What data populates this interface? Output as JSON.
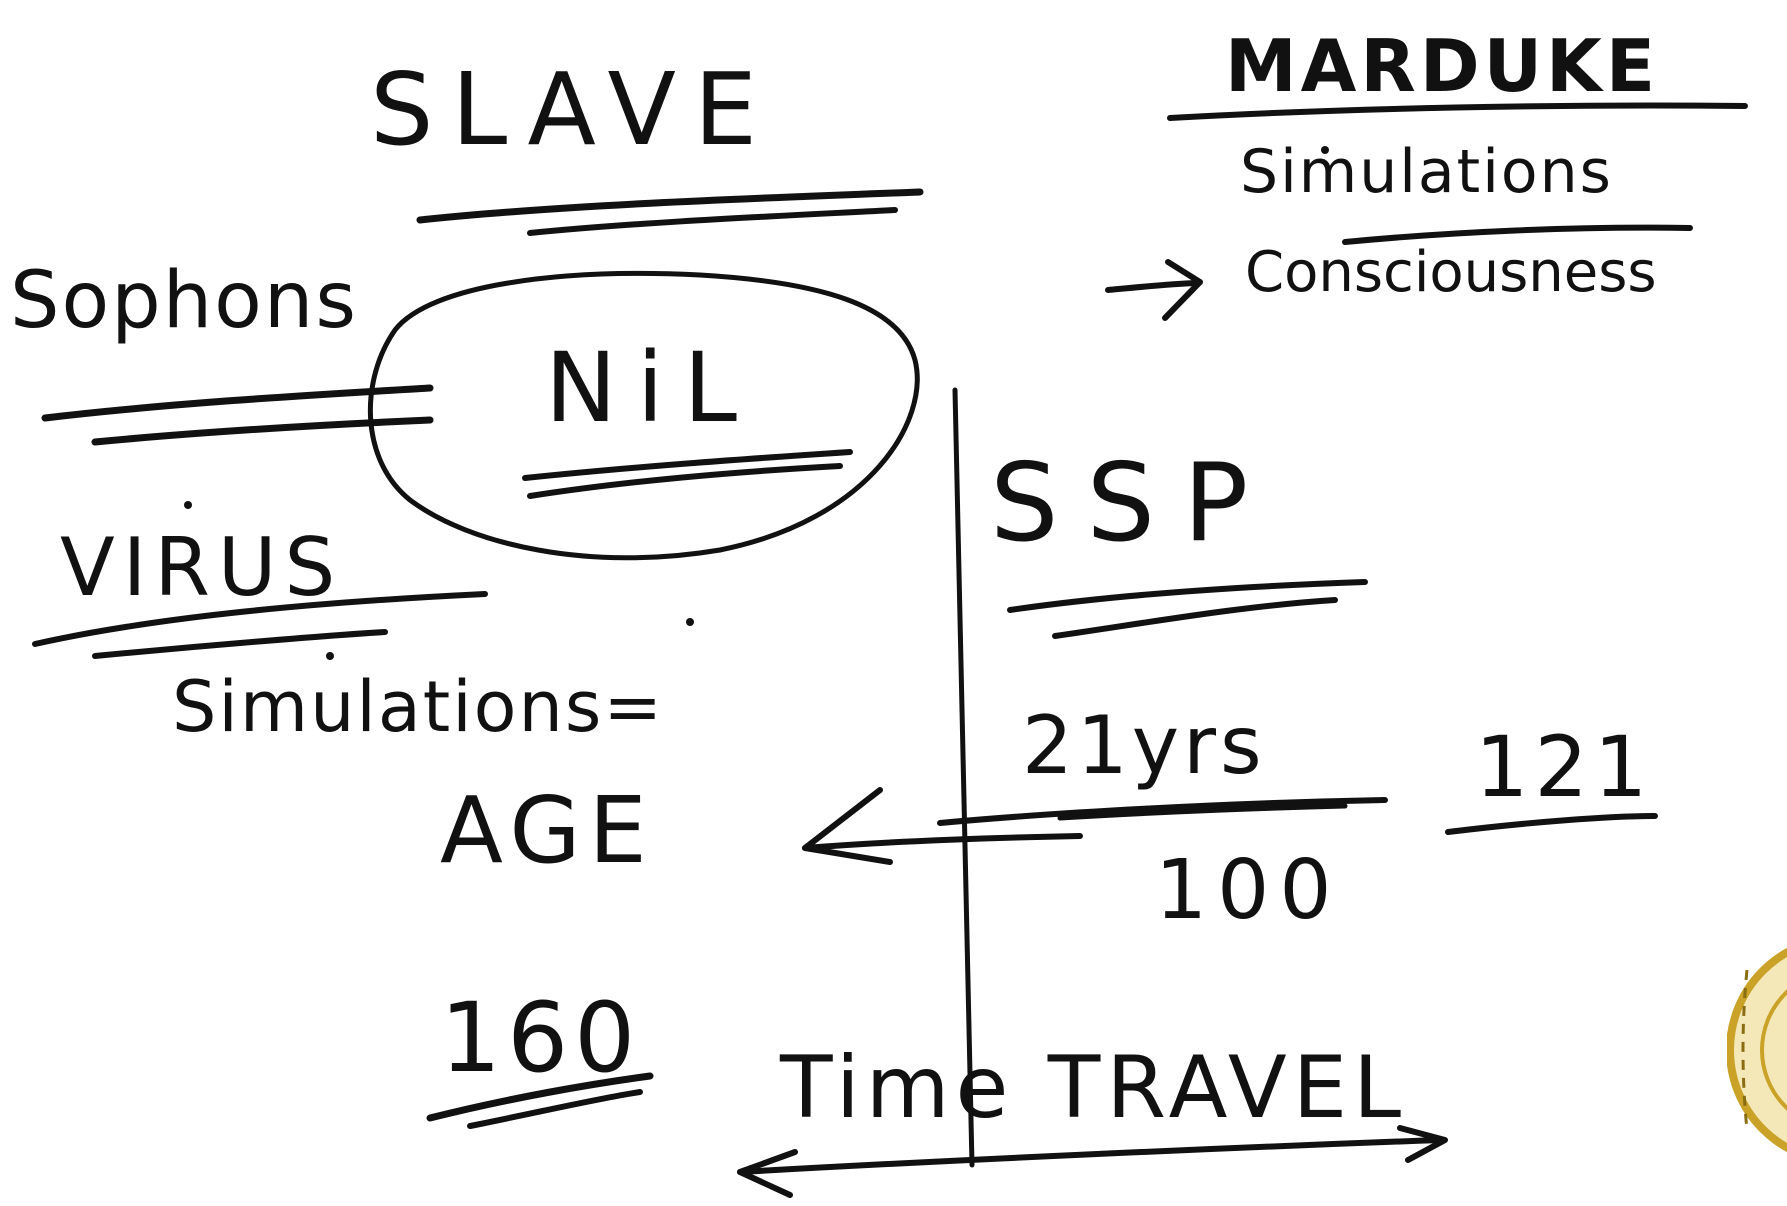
{
  "whiteboard": {
    "words": {
      "slave": "SLAVE",
      "marduke": "MARDUKE",
      "simulations_right": "Simulations",
      "consciousness": "Consciousness",
      "sophons": "Sophons",
      "nil": "NiL",
      "virus": "VIRUS",
      "ssp": "SSP",
      "simulations_eq": "Simulations=",
      "age": "AGE",
      "yrs": "21yrs",
      "hundred": "100",
      "one_twenty_one": "121",
      "one_sixty": "160",
      "time_travel": "Time TRAVEL"
    },
    "ink_color": "#111111",
    "background_color": "#ffffff",
    "seal_color": "#c9a227"
  }
}
